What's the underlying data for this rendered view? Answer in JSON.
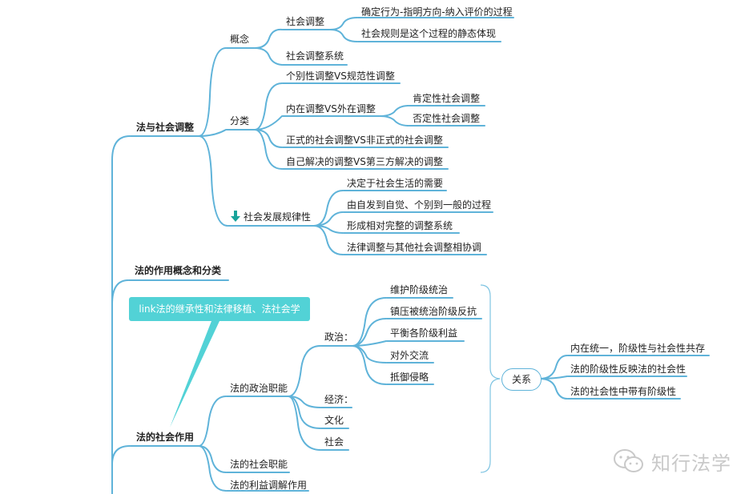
{
  "nodes": {
    "law_social_adjust": "法与社会调整",
    "concept": "概念",
    "social_adjust": "社会调整",
    "sa_def_1": "确定行为-指明方向-纳入评价的过程",
    "sa_def_2": "社会规则是这个过程的静态体现",
    "social_adjust_system": "社会调整系统",
    "classification": "分类",
    "individual_vs_normative": "个别性调整VS规范性调整",
    "internal_vs_external": "内在调整VS外在调整",
    "affirmative": "肯定性社会调整",
    "negative": "否定性社会调整",
    "formal_vs_informal": "正式的社会调整VS非正式的社会调整",
    "self_vs_third": "自己解决的调整VS第三方解决的调整",
    "development_law": "社会发展规律性",
    "dev_1": "决定于社会生活的需要",
    "dev_2": "由自发到自觉、个别到一般的过程",
    "dev_3": "形成相对完整的调整系统",
    "dev_4": "法律调整与其他社会调整相协调",
    "law_function_concept": "法的作用概念和分类",
    "callout": "link法的继承性和法律移植、法社会学",
    "law_social_function": "法的社会作用",
    "political_function": "法的政治职能",
    "politics": "政治：",
    "pol_1": "维护阶级统治",
    "pol_2": "镇压被统治阶级反抗",
    "pol_3": "平衡各阶级利益",
    "pol_4": "对外交流",
    "pol_5": "抵御侵略",
    "economy": "经济：",
    "culture": "文化",
    "society": "社会",
    "relation": "关系",
    "rel_1": "内在统一，阶级性与社会性共存",
    "rel_2": "法的阶级性反映法的社会性",
    "rel_3": "法的社会性中带有阶级性",
    "social_function": "法的社会职能",
    "interest_adjust": "法的利益调解作用"
  },
  "icons": {
    "arrow": "down-arrow-icon",
    "watermark": "wechat-icon"
  },
  "watermark": "知行法学",
  "colors": {
    "line": "#5fb3d9",
    "callout": "#52d2d6",
    "arrow": "#18a39a"
  }
}
